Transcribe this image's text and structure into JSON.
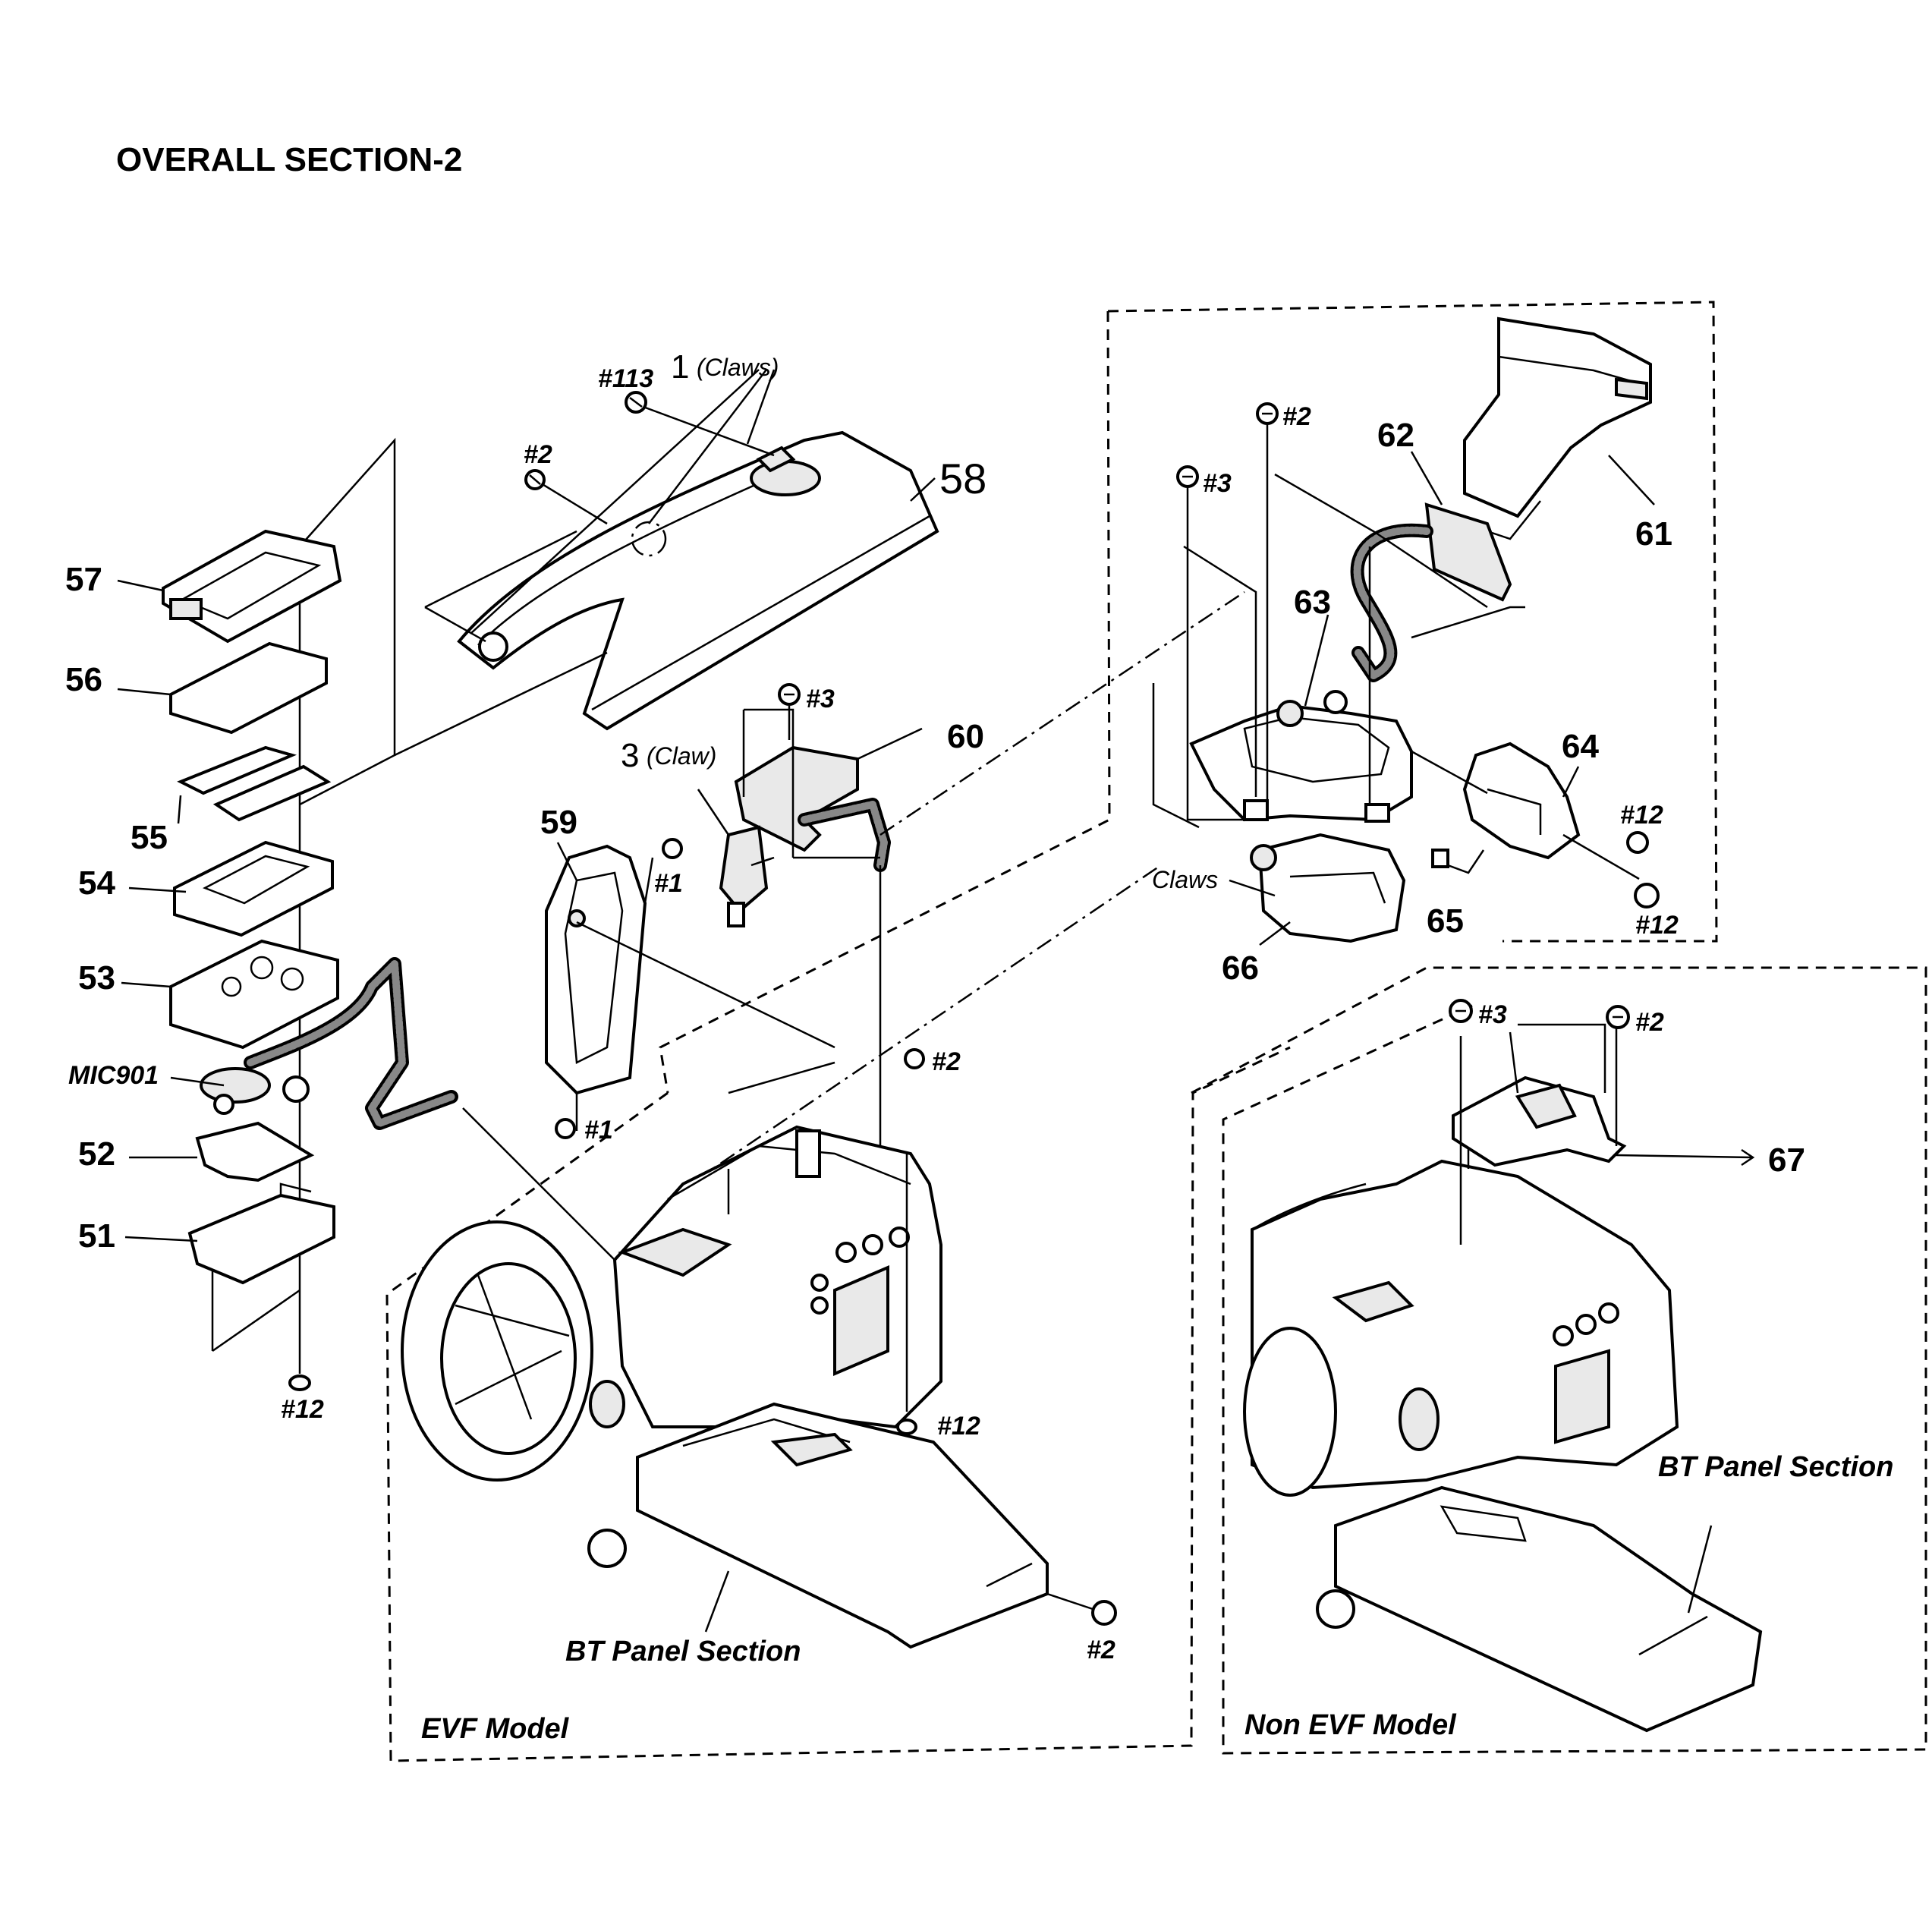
{
  "title": "OVERALL SECTION-2",
  "parts": {
    "p51": "51",
    "p52": "52",
    "p53": "53",
    "p54": "54",
    "p55": "55",
    "p56": "56",
    "p57": "57",
    "p58": "58",
    "p59": "59",
    "p60": "60",
    "p61": "61",
    "p62": "62",
    "p63": "63",
    "p64": "64",
    "p65": "65",
    "p66": "66",
    "p67": "67"
  },
  "mic": "MIC901",
  "screws": {
    "s113": "#113",
    "s2": "#2",
    "s3": "#3",
    "s1": "#1",
    "s12": "#12"
  },
  "notes": {
    "claws1_num": "1",
    "claws1_txt": "(Claws)",
    "claw3_num": "3",
    "claw3_txt": "(Claw)",
    "claws": "Claws"
  },
  "captions": {
    "bt_panel": "BT Panel Section",
    "evf": "EVF Model",
    "non_evf": "Non EVF Model"
  }
}
